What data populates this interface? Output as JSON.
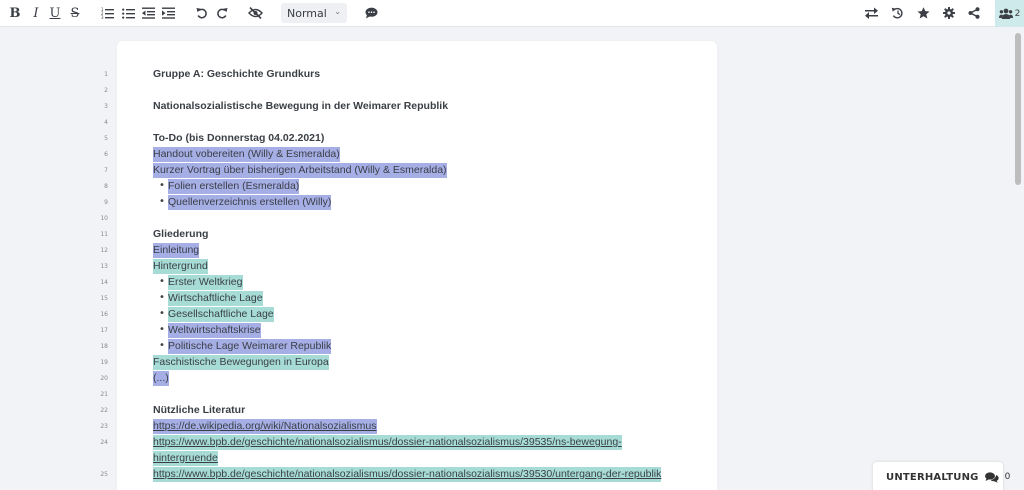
{
  "toolbar": {
    "bold": "B",
    "italic": "I",
    "underline": "U",
    "strike": "S",
    "style_value": "Normal",
    "users_count": "2"
  },
  "document": {
    "lines": [
      {
        "n": "1",
        "text": "Gruppe A: Geschichte Grundkurs",
        "style": "bold",
        "hl": ""
      },
      {
        "n": "2",
        "text": "",
        "style": "",
        "hl": ""
      },
      {
        "n": "3",
        "text": "Nationalsozialistische Bewegung in der Weimarer Republik",
        "style": "bold",
        "hl": ""
      },
      {
        "n": "4",
        "text": "",
        "style": "",
        "hl": ""
      },
      {
        "n": "5",
        "text": "To-Do (bis Donnerstag 04.02.2021)",
        "style": "bold",
        "hl": ""
      },
      {
        "n": "6",
        "text": "Handout vobereiten  (Willy & Esmeralda)",
        "style": "",
        "hl": "blue"
      },
      {
        "n": "7",
        "text": "Kurzer Vortrag über bisherigen Arbeitstand (Willy & Esmeralda)",
        "style": "",
        "hl": "blue"
      },
      {
        "n": "8",
        "text": "Folien erstellen (Esmeralda)",
        "style": "bullet",
        "hl": "blue"
      },
      {
        "n": "9",
        "text": "Quellenverzeichnis erstellen (Willy)",
        "style": "bullet",
        "hl": "blue"
      },
      {
        "n": "10",
        "text": "",
        "style": "",
        "hl": ""
      },
      {
        "n": "11",
        "text": "Gliederung",
        "style": "bold",
        "hl": ""
      },
      {
        "n": "12",
        "text": "Einleitung",
        "style": "",
        "hl": "blue"
      },
      {
        "n": "13",
        "text": "Hintergrund",
        "style": "",
        "hl": "teal"
      },
      {
        "n": "14",
        "text": "Erster Weltkrieg",
        "style": "bullet",
        "hl": "teal"
      },
      {
        "n": "15",
        "text": "Wirtschaftliche Lage",
        "style": "bullet",
        "hl": "teal"
      },
      {
        "n": "16",
        "text": "Gesellschaftliche Lage",
        "style": "bullet",
        "hl": "teal"
      },
      {
        "n": "17",
        "text": "Weltwirtschaftskrise",
        "style": "bullet",
        "hl": "blue"
      },
      {
        "n": "18",
        "text": "Politische Lage Weimarer Republik",
        "style": "bullet",
        "hl": "blue"
      },
      {
        "n": "19",
        "text": "Faschistische Bewegungen in Europa",
        "style": "",
        "hl": "teal"
      },
      {
        "n": "20",
        "text": "(...)",
        "style": "",
        "hl": "blue"
      },
      {
        "n": "21",
        "text": "",
        "style": "",
        "hl": ""
      },
      {
        "n": "22",
        "text": "Nützliche Literatur",
        "style": "bold",
        "hl": ""
      },
      {
        "n": "23",
        "text": "https://de.wikipedia.org/wiki/Nationalsozialismus",
        "style": "link",
        "hl": "blue"
      },
      {
        "n": "24",
        "text": "https://www.bpb.de/geschichte/nationalsozialismus/dossier-nationalsozialismus/39535/ns-bewegung-",
        "style": "link",
        "hl": "teal"
      },
      {
        "n": "",
        "text": "hintergruende",
        "style": "link",
        "hl": "teal"
      },
      {
        "n": "25",
        "text": "https://www.bpb.de/geschichte/nationalsozialismus/dossier-nationalsozialismus/39530/untergang-der-republik",
        "style": "link",
        "hl": "teal"
      }
    ]
  },
  "chat": {
    "label": "UNTERHALTUNG",
    "count": "0"
  },
  "colors": {
    "highlight_blue": "#a6aee6",
    "highlight_teal": "#a7dcd6",
    "users_button_bg": "#cfeaea"
  }
}
